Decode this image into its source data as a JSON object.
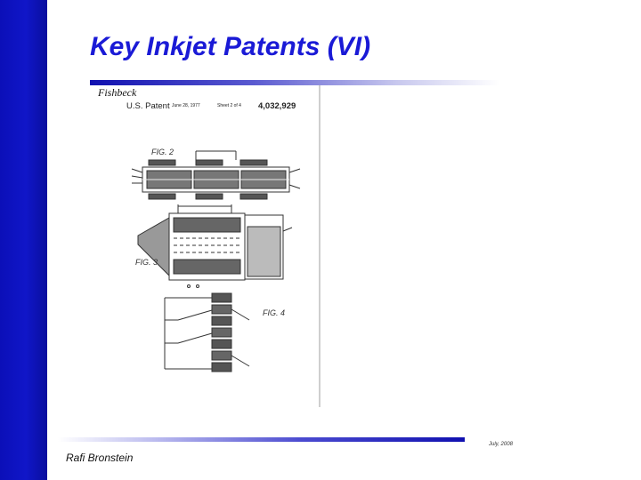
{
  "slide": {
    "title": "Key Inkjet Patents (VI)",
    "subtitle": "Fishbeck",
    "author": "Rafi Bronstein",
    "date": "July, 2008"
  },
  "patent": {
    "header_label": "U.S. Patent",
    "header_date": "June 28, 1977",
    "header_sheet": "Sheet 2 of 4",
    "patent_number": "4,032,929",
    "figures": [
      "FIG. 2",
      "FIG. 3",
      "FIG. 4"
    ]
  },
  "colors": {
    "sidebar": "#1016c8",
    "title": "#1a1ad6",
    "rule": "#1010b0"
  }
}
